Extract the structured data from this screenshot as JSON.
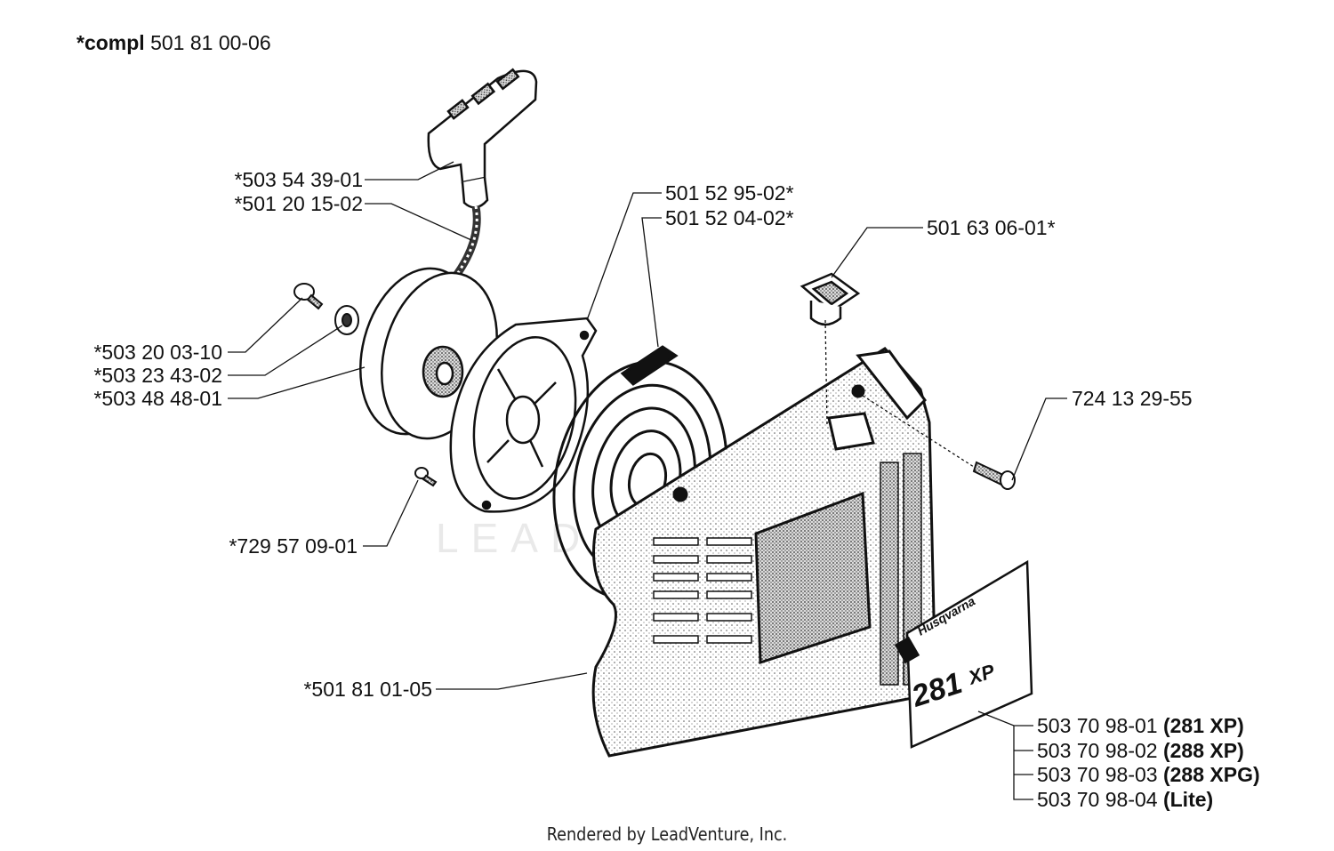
{
  "header": {
    "compl_prefix": "*compl",
    "compl_number": "501 81 00-06"
  },
  "watermark": "LEAD",
  "labels": {
    "handle": "*503 54 39-01",
    "rope": "*501 20 15-02",
    "pawl_plate": "501 52 95-02*",
    "spring": "501 52 04-02*",
    "bushing": "501 63 06-01*",
    "screw_left": "*503 20 03-10",
    "washer": "*503 23 43-02",
    "pulley": "*503 48 48-01",
    "cover_screw": "724 13 29-55",
    "small_screw": "*729 57 09-01",
    "cover": "*501 81 01-05"
  },
  "decals": [
    {
      "number": "503 70 98-01",
      "variant": "(281 XP)"
    },
    {
      "number": "503 70 98-02",
      "variant": "(288 XP)"
    },
    {
      "number": "503 70 98-03",
      "variant": "(288 XPG)"
    },
    {
      "number": "503 70 98-04",
      "variant": "(Lite)"
    }
  ],
  "decal_art": {
    "brand": "Husqvarna",
    "model": "281",
    "suffix": "XP"
  },
  "footer": "Rendered by LeadVenture, Inc."
}
